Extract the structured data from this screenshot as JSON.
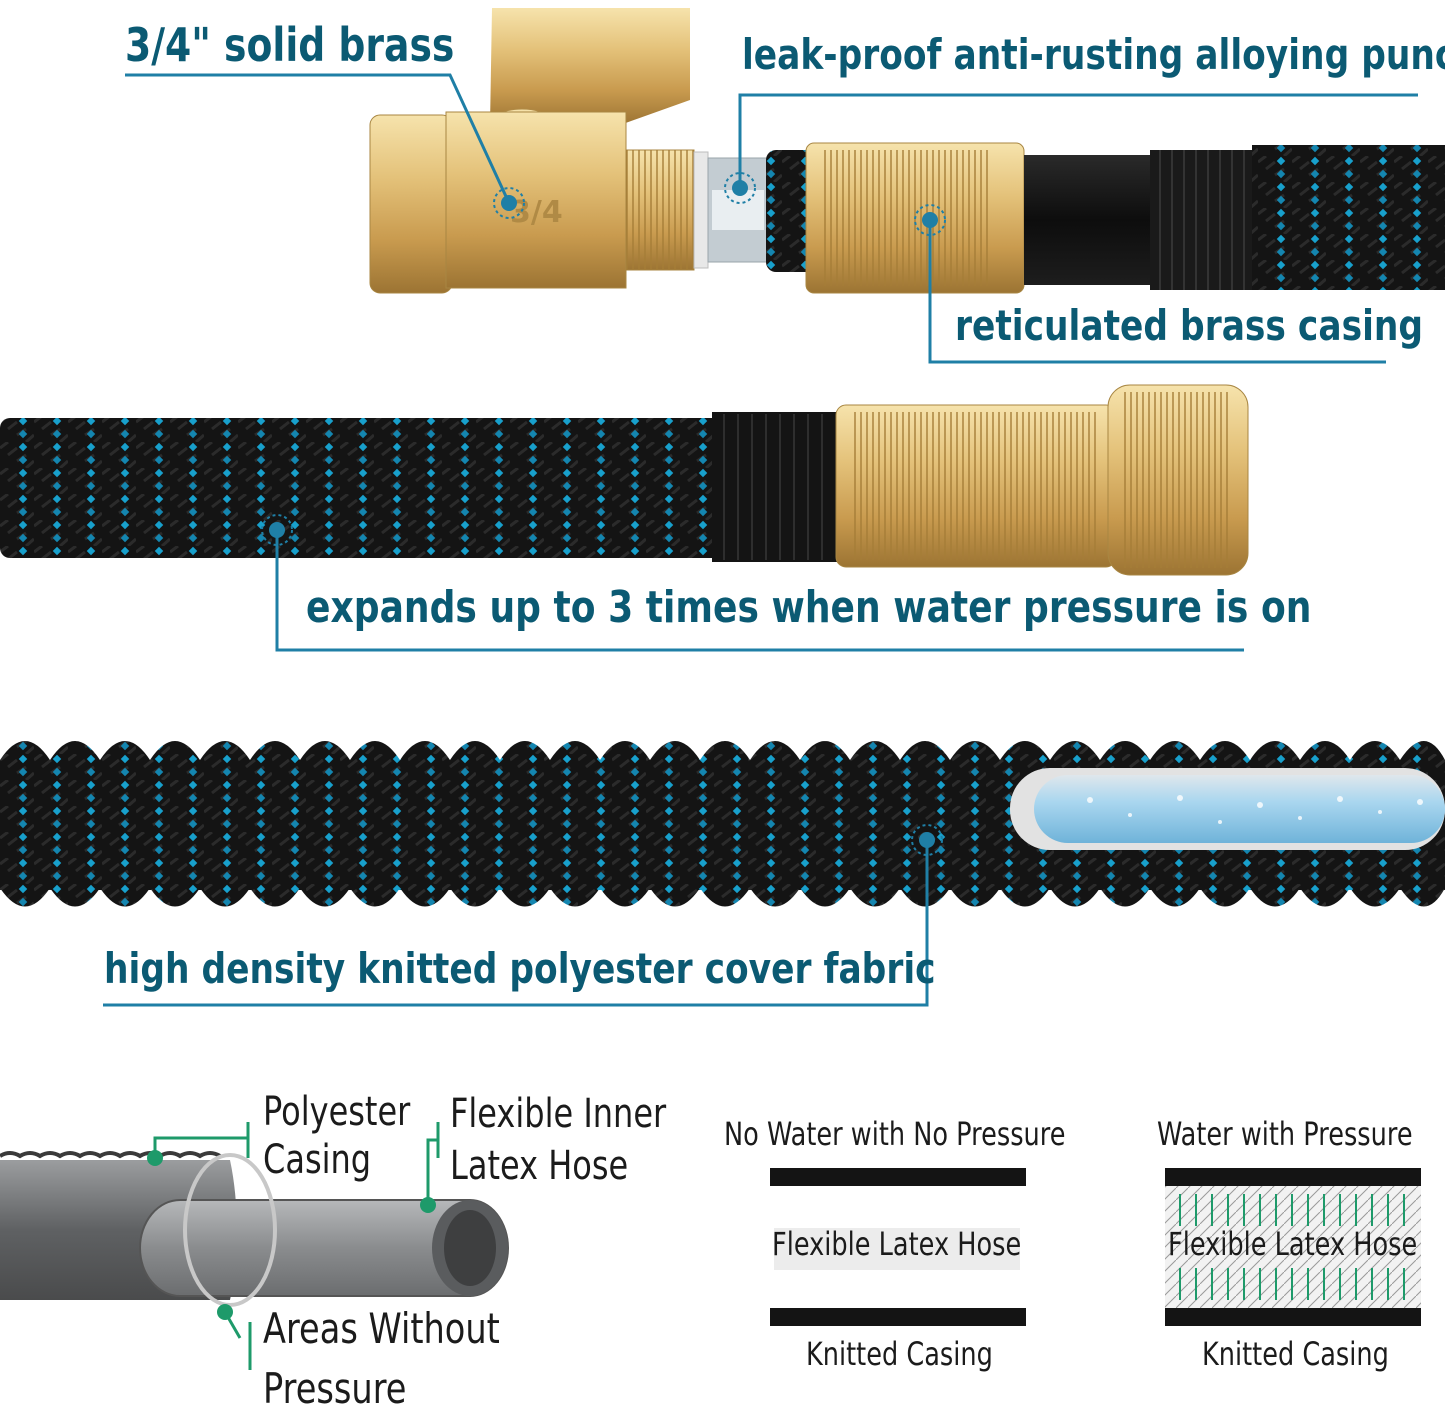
{
  "colors": {
    "callout_text": "#0b5a73",
    "callout_line": "#1f7fa6",
    "brass": "#d8b56a",
    "hose_black": "#151515",
    "hose_blue": "#19a3cf",
    "cross_section_gray": "#6e7072",
    "marker_green": "#1e9a6a"
  },
  "callouts": {
    "solid_brass": "3/4\" solid brass",
    "leak_proof": "leak-proof anti-rusting alloying punch",
    "reticulated": "reticulated brass casing",
    "expands": "expands up to 3 times when water pressure is on",
    "high_density": "high density knitted polyester cover fabric"
  },
  "fitting_marking": "3/4",
  "cross_section": {
    "polyester_casing": [
      "Polyester",
      "Casing"
    ],
    "inner_hose": [
      "Flexible Inner",
      "Latex Hose"
    ],
    "areas_without_pressure": [
      "Areas Without",
      "Pressure"
    ]
  },
  "comparison": {
    "no_pressure": {
      "title": "No Water with No Pressure",
      "inner_label": "Flexible Latex Hose",
      "outer_label": "Knitted Casing"
    },
    "with_pressure": {
      "title": "Water with Pressure",
      "inner_label": "Flexible Latex Hose",
      "outer_label": "Knitted Casing"
    }
  },
  "icons": [
    "brass-shutoff-valve-icon",
    "braided-hose-icon",
    "brass-connector-icon",
    "latex-tube-icon",
    "dotted-target-marker-icon"
  ]
}
